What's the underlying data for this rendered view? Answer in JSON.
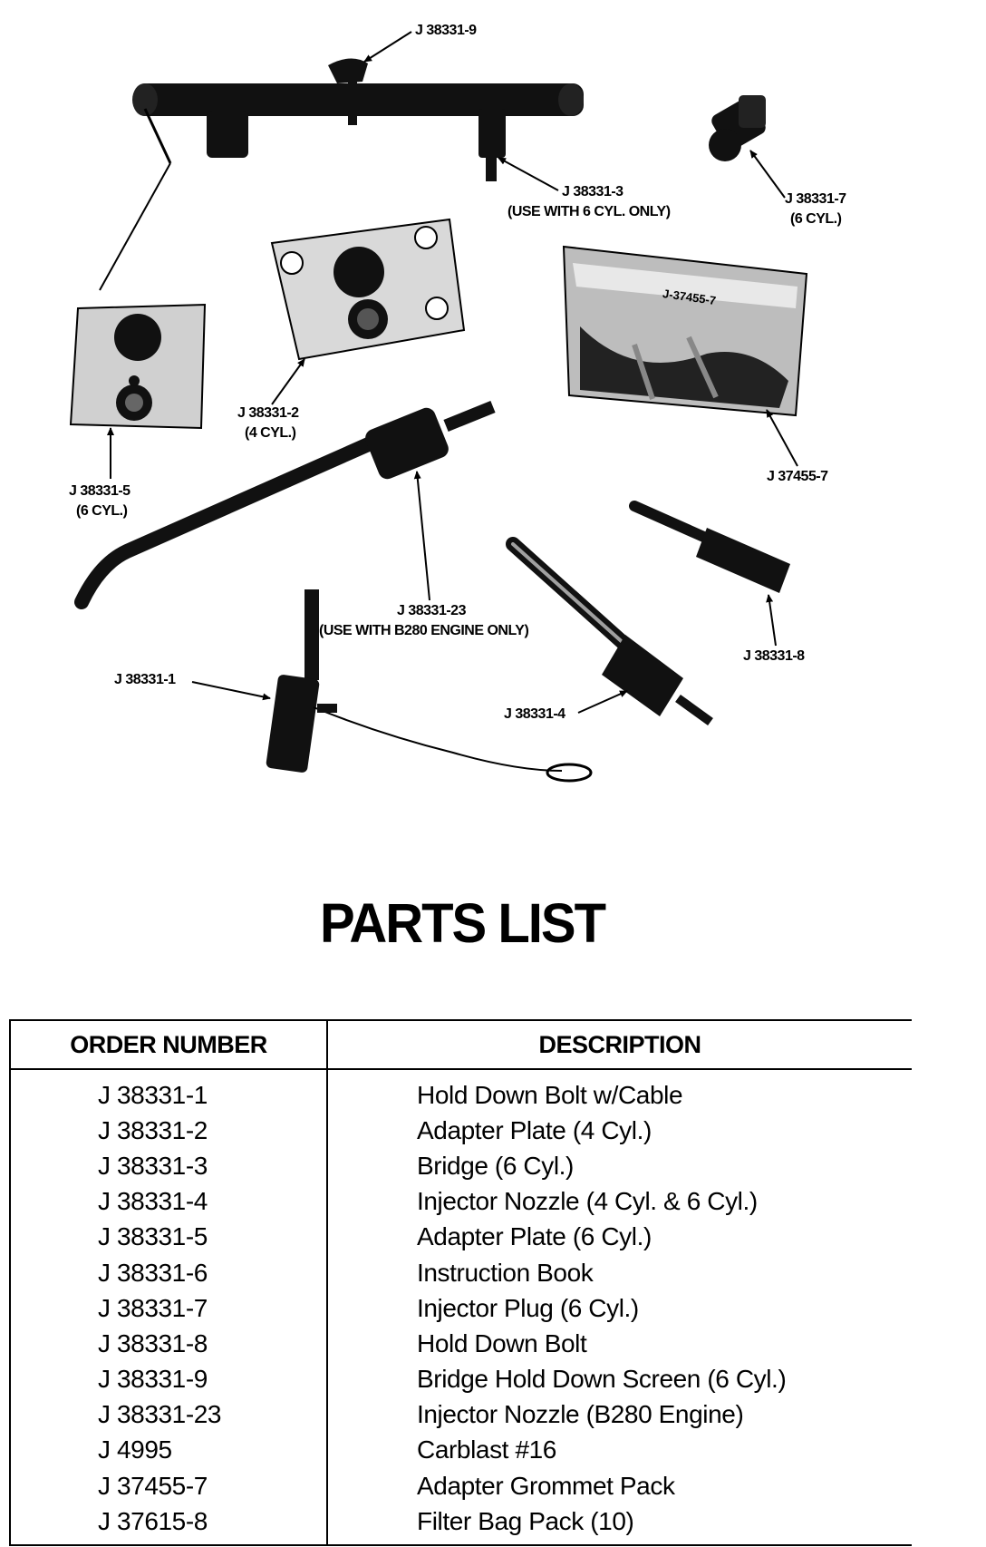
{
  "diagram": {
    "callouts": {
      "j9": "J 38331-9",
      "j3": "J 38331-3",
      "j3_note": "(USE WITH 6 CYL. ONLY)",
      "j7": "J 38331-7",
      "j7_note": "(6 CYL.)",
      "j2": "J 38331-2",
      "j2_note": "(4 CYL.)",
      "j5": "J 38331-5",
      "j5_note": "(6 CYL.)",
      "j37455": "J 37455-7",
      "j23": "J 38331-23",
      "j23_note": "(USE WITH B280 ENGINE ONLY)",
      "j1": "J 38331-1",
      "j8": "J 38331-8",
      "j4": "J 38331-4"
    },
    "bag_label": "J-37455-7"
  },
  "title": "PARTS LIST",
  "table": {
    "headers": {
      "order": "ORDER NUMBER",
      "description": "DESCRIPTION"
    },
    "rows": [
      {
        "order": "J 38331-1",
        "description": "Hold Down Bolt w/Cable"
      },
      {
        "order": "J 38331-2",
        "description": "Adapter Plate (4 Cyl.)"
      },
      {
        "order": "J 38331-3",
        "description": "Bridge (6 Cyl.)"
      },
      {
        "order": "J 38331-4",
        "description": "Injector Nozzle (4 Cyl. & 6 Cyl.)"
      },
      {
        "order": "J 38331-5",
        "description": "Adapter Plate (6 Cyl.)"
      },
      {
        "order": "J 38331-6",
        "description": "Instruction Book"
      },
      {
        "order": "J 38331-7",
        "description": "Injector Plug (6 Cyl.)"
      },
      {
        "order": "J 38331-8",
        "description": "Hold Down Bolt"
      },
      {
        "order": "J 38331-9",
        "description": "Bridge Hold Down Screen (6 Cyl.)"
      },
      {
        "order": "J 38331-23",
        "description": "Injector Nozzle (B280 Engine)"
      },
      {
        "order": "J 4995",
        "description": "Carblast #16"
      },
      {
        "order": "J 37455-7",
        "description": "Adapter Grommet Pack"
      },
      {
        "order": "J 37615-8",
        "description": "Filter Bag Pack (10)"
      }
    ]
  }
}
